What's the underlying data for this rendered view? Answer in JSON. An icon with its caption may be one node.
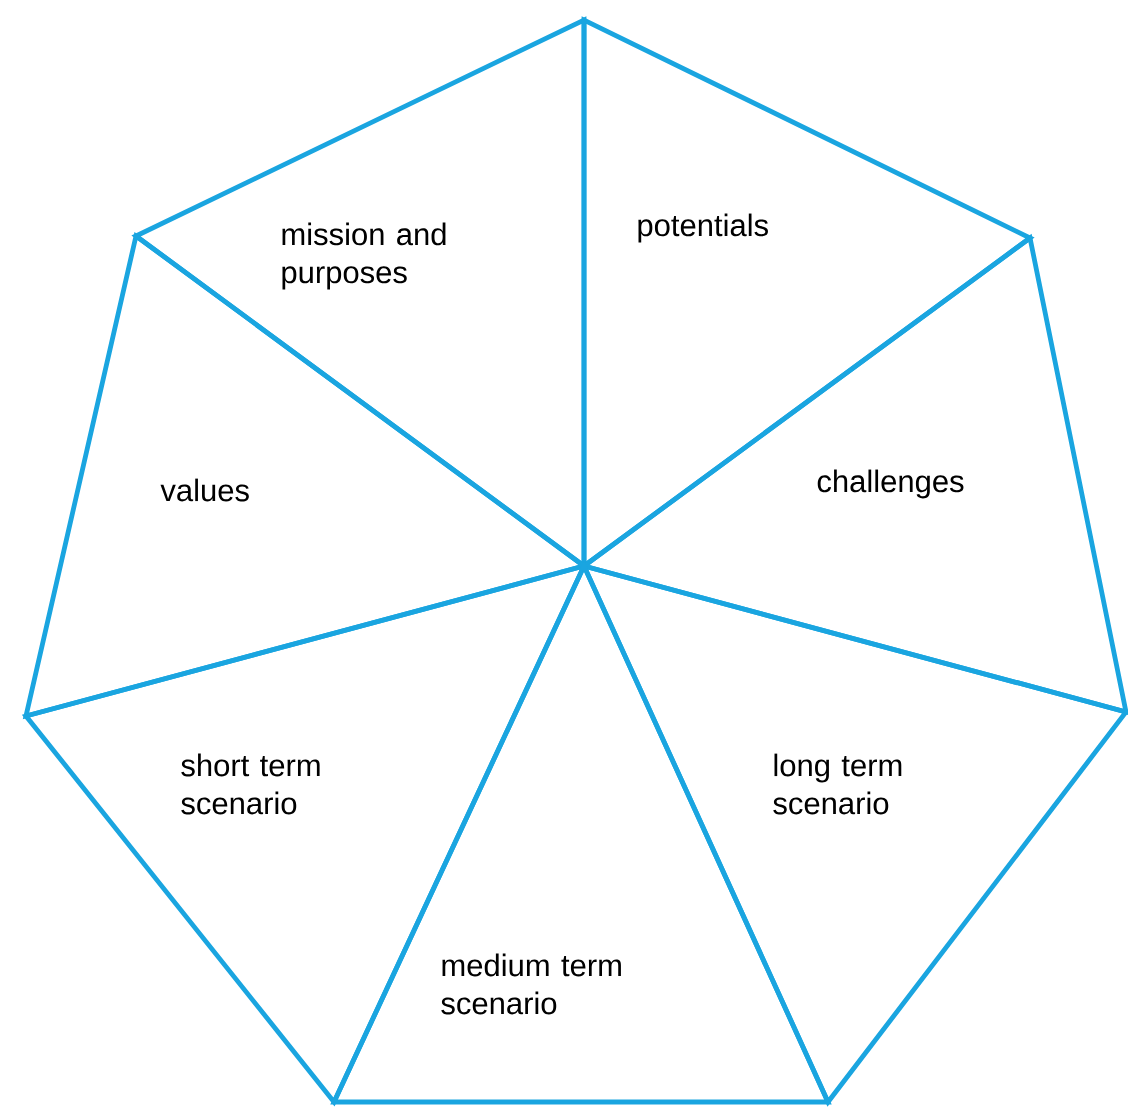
{
  "diagram": {
    "nodes": [
      {
        "text": [
          "mission and purposes"
        ]
      },
      {
        "text": [
          "potentials"
        ]
      },
      {
        "text": [
          "values"
        ]
      },
      {
        "text": [
          "challenges"
        ]
      },
      {
        "text": [
          "short term scenario"
        ]
      },
      {
        "text": [
          "long term scenario"
        ]
      },
      {
        "text": [
          "medium term scenario"
        ]
      }
    ]
  }
}
